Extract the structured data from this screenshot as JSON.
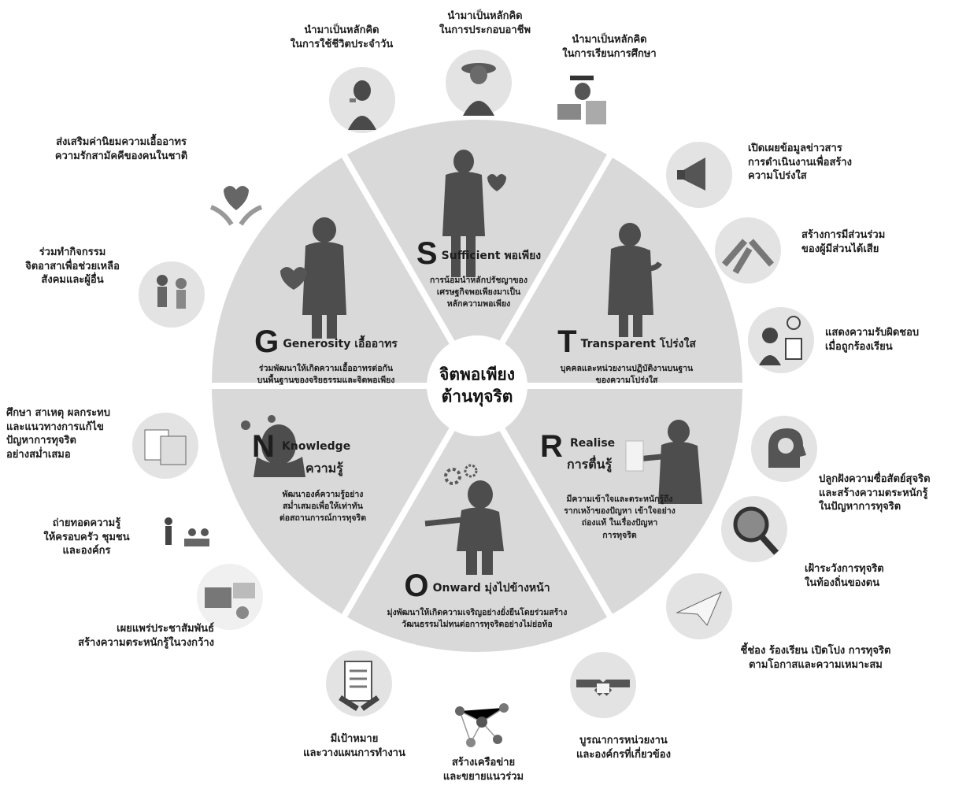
{
  "center": {
    "line1": "จิตพอเพียง",
    "line2": "ต้านทุจริต"
  },
  "segments": [
    {
      "id": "S",
      "letter": "S",
      "name": "Sufficient พอเพียง",
      "desc": [
        "การน้อมนำหลักปรัชญาของ",
        "เศรษฐกิจพอเพียงมาเป็น",
        "หลักความพอเพียง"
      ]
    },
    {
      "id": "T",
      "letter": "T",
      "name": "Transparent โปร่งใส",
      "desc": [
        "บุคคลและหน่วยงานปฏิบัติงานบนฐาน",
        "ของความโปร่งใส"
      ]
    },
    {
      "id": "R",
      "letter": "R",
      "name": [
        "Realise",
        "การตื่นรู้"
      ],
      "desc": [
        "มีความเข้าใจและตระหนักรู้ถึง",
        "รากเหง้าของปัญหา เข้าใจอย่าง",
        "ถ่องแท้ ในเรื่องปัญหา",
        "การทุจริต"
      ]
    },
    {
      "id": "O",
      "letter": "O",
      "name": "Onward มุ่งไปข้างหน้า",
      "desc": [
        "มุ่งพัฒนาให้เกิดความเจริญอย่างยั่งยืนโดยร่วมสร้าง",
        "วัฒนธรรมไม่ทนต่อการทุจริตอย่างไม่ย่อท้อ"
      ]
    },
    {
      "id": "N",
      "letter": "N",
      "name": [
        "Knowledge",
        "ความรู้"
      ],
      "desc": [
        "พัฒนาองค์ความรู้อย่าง",
        "สม่ำเสมอเพื่อให้เท่าทัน",
        "ต่อสถานการณ์การทุจริต"
      ]
    },
    {
      "id": "G",
      "letter": "G",
      "name": "Generosity เอื้ออาทร",
      "desc": [
        "ร่วมพัฒนาให้เกิดความเอื้ออาทรต่อกัน",
        "บนพื้นฐานของจริยธรรมและจิตพอเพียง"
      ]
    }
  ],
  "annotations": [
    {
      "id": "daily",
      "icon": "woman-phone-icon",
      "lines": [
        "นำมาเป็นหลักคิด",
        "ในการใช้ชีวิตประจำวัน"
      ]
    },
    {
      "id": "career",
      "icon": "farmer-icon",
      "lines": [
        "นำมาเป็นหลักคิด",
        "ในการประกอบอาชีพ"
      ]
    },
    {
      "id": "study",
      "icon": "graduate-icon",
      "lines": [
        "นำมาเป็นหลักคิด",
        "ในการเรียนการศึกษา"
      ]
    },
    {
      "id": "values",
      "icon": "heart-hands-icon",
      "lines": [
        "ส่งเสริมค่านิยมความเอื้ออาทร",
        "ความรักสามัคคีของคนในชาติ"
      ]
    },
    {
      "id": "volunteer",
      "icon": "helping-elder-icon",
      "lines": [
        "ร่วมทำกิจกรรม",
        "จิตอาสาเพื่อช่วยเหลือ",
        "สังคมและผู้อื่น"
      ]
    },
    {
      "id": "disclose",
      "icon": "megaphone-icon",
      "lines": [
        "เปิดเผยข้อมูลข่าวสาร",
        "การดำเนินงานเพื่อสร้าง",
        "ความโปร่งใส"
      ]
    },
    {
      "id": "participate",
      "icon": "hands-together-icon",
      "lines": [
        "สร้างการมีส่วนร่วม",
        "ของผู้มีส่วนได้เสีย"
      ]
    },
    {
      "id": "accountable",
      "icon": "call-center-icon",
      "lines": [
        "แสดงความรับผิดชอบ",
        "เมื่อถูกร้องเรียน"
      ]
    },
    {
      "id": "research",
      "icon": "documents-icon",
      "lines": [
        "ศึกษา สาเหตุ ผลกระทบ",
        "และแนวทางการแก้ไข",
        "ปัญหาการทุจริต",
        "อย่างสม่ำเสมอ"
      ]
    },
    {
      "id": "transfer",
      "icon": "presentation-icon",
      "lines": [
        "ถ่ายทอดความรู้",
        "ให้ครอบครัว ชุมชน",
        "และองค์กร"
      ]
    },
    {
      "id": "publicize",
      "icon": "media-icon",
      "lines": [
        "เผยแพร่ประชาสัมพันธ์",
        "สร้างความตระหนักรู้ในวงกว้าง"
      ]
    },
    {
      "id": "honesty",
      "icon": "head-mind-icon",
      "lines": [
        "ปลูกฝังความซื่อสัตย์สุจริต",
        "และสร้างความตระหนักรู้",
        "ในปัญหาการทุจริต"
      ]
    },
    {
      "id": "watch",
      "icon": "magnifier-icon",
      "lines": [
        "เฝ้าระวังการทุจริต",
        "ในท้องถิ่นของตน"
      ]
    },
    {
      "id": "report",
      "icon": "paper-plane-icon",
      "lines": [
        "ชี้ช่อง ร้องเรียน เปิดโปง การทุจริต",
        "ตามโอกาสและความเหมาะสม"
      ]
    },
    {
      "id": "goals",
      "icon": "checklist-icon",
      "lines": [
        "มีเป้าหมาย",
        "และวางแผนการทำงาน"
      ]
    },
    {
      "id": "network",
      "icon": "network-icon",
      "lines": [
        "สร้างเครือข่าย",
        "และขยายแนวร่วม"
      ]
    },
    {
      "id": "integrate",
      "icon": "handshake-icon",
      "lines": [
        "บูรณาการหน่วยงาน",
        "และองค์กรที่เกี่ยวข้อง"
      ]
    }
  ],
  "colors": {
    "segment": "#d9d9d9",
    "center": "#ffffff",
    "icon_bg": "#e3e3e3",
    "figure": "#4a4a4a",
    "heart": "#555555",
    "text": "#1c1c1c"
  }
}
